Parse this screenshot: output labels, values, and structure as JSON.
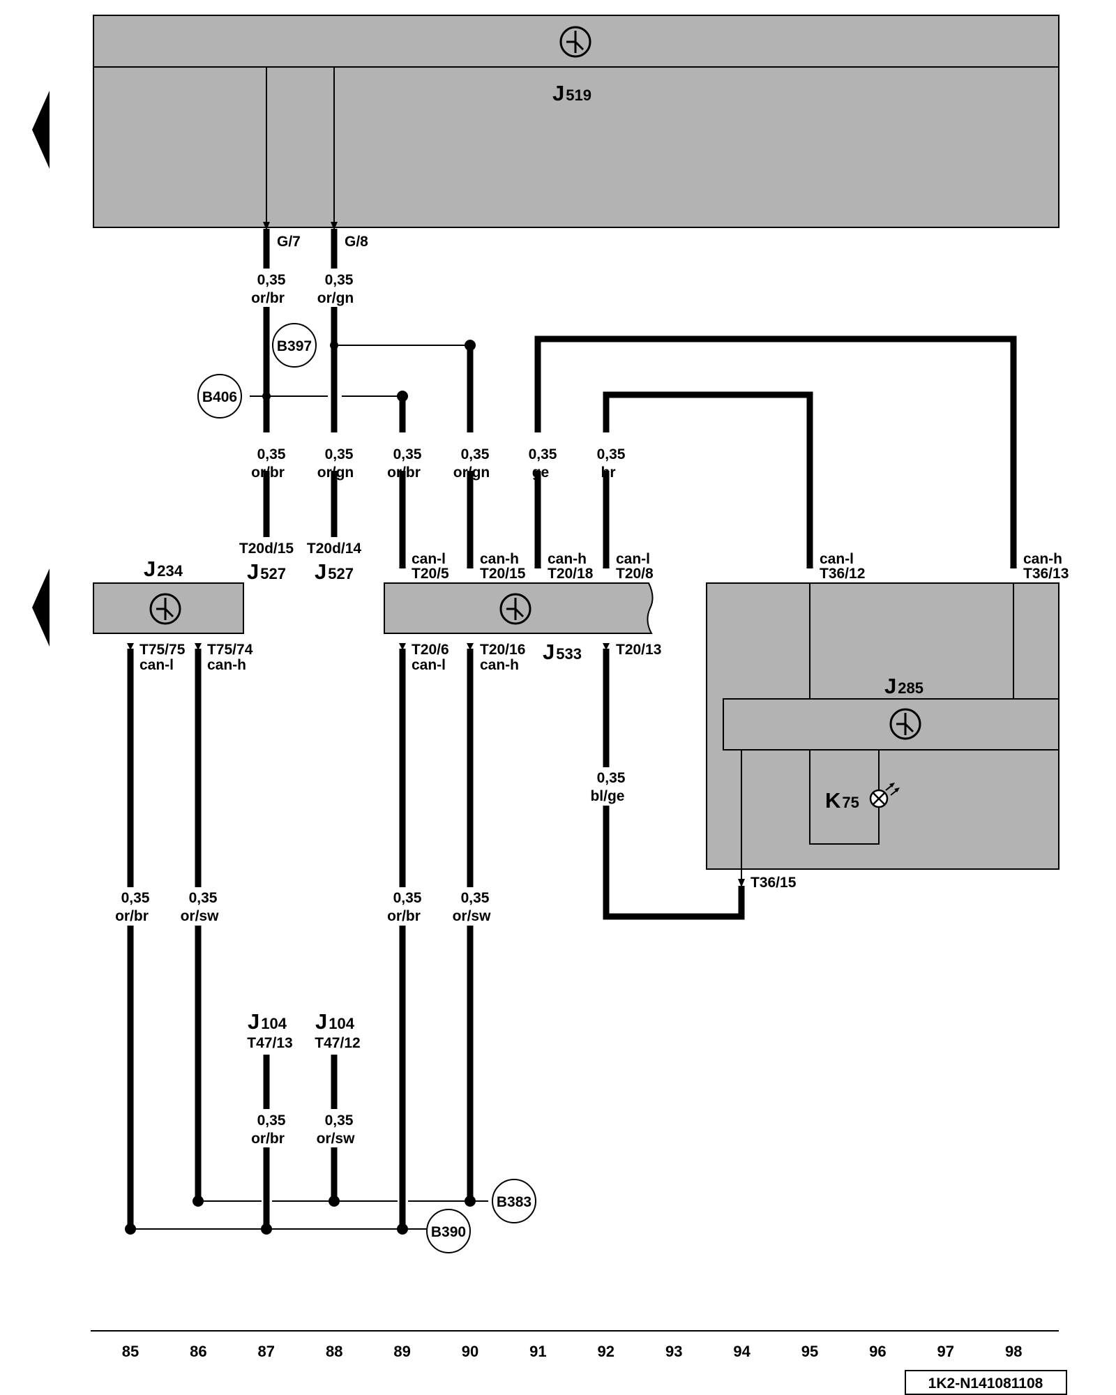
{
  "diagram_id": "1K2-N141081108",
  "components": {
    "j519": {
      "letter": "J",
      "num": "519"
    },
    "j234": {
      "letter": "J",
      "num": "234"
    },
    "j527a": {
      "letter": "J",
      "num": "527"
    },
    "j527b": {
      "letter": "J",
      "num": "527"
    },
    "j533": {
      "letter": "J",
      "num": "533"
    },
    "j285": {
      "letter": "J",
      "num": "285"
    },
    "k75": {
      "letter": "K",
      "num": "75"
    },
    "j104a": {
      "letter": "J",
      "num": "104"
    },
    "j104b": {
      "letter": "J",
      "num": "104"
    }
  },
  "pins": {
    "g7": "G/7",
    "g8": "G/8",
    "t20d15": "T20d/15",
    "t20d14": "T20d/14",
    "t20_5": "T20/5",
    "t20_15": "T20/15",
    "t20_18": "T20/18",
    "t20_8": "T20/8",
    "t36_12": "T36/12",
    "t36_13": "T36/13",
    "t75_75": "T75/75",
    "t75_74": "T75/74",
    "t20_6": "T20/6",
    "t20_16": "T20/16",
    "t20_13": "T20/13",
    "t36_15": "T36/15",
    "t47_13": "T47/13",
    "t47_12": "T47/12"
  },
  "signals": {
    "can_l": "can-l",
    "can_h": "can-h"
  },
  "wires": {
    "size": "0,35",
    "w1": "or/br",
    "w2": "or/gn",
    "w3": "or/br",
    "w4": "or/gn",
    "w5": "or/br",
    "w6": "or/gn",
    "w7": "ge",
    "w8": "br",
    "w9": "bl/ge",
    "w10": "or/br",
    "w11": "or/sw",
    "w12": "or/br",
    "w13": "or/sw",
    "w14": "or/br",
    "w15": "or/sw"
  },
  "connectors": {
    "b397": "B397",
    "b406": "B406",
    "b383": "B383",
    "b390": "B390"
  },
  "ruler": [
    "85",
    "86",
    "87",
    "88",
    "89",
    "90",
    "91",
    "92",
    "93",
    "94",
    "95",
    "96",
    "97",
    "98"
  ]
}
